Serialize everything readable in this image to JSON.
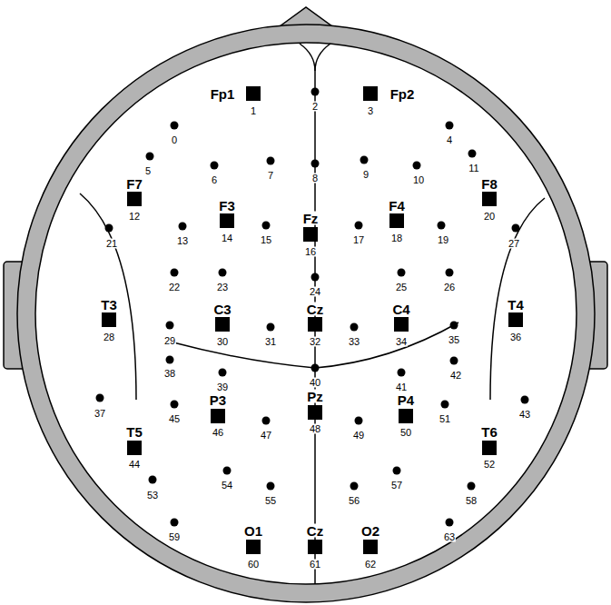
{
  "diagram": {
    "labels": [
      "Fp1",
      "1",
      "Fp2",
      "3",
      "F7",
      "12",
      "F3",
      "14",
      "Fz",
      "16",
      "F4",
      "18",
      "F8",
      "20",
      "T3",
      "28",
      "C3",
      "30",
      "Cz",
      "32",
      "C4",
      "34",
      "T4",
      "36",
      "P3",
      "46",
      "Pz",
      "48",
      "P4",
      "50",
      "T5",
      "44",
      "T6",
      "52",
      "O1",
      "60",
      "Cz",
      "61",
      "O2",
      "62",
      "2",
      "0",
      "4",
      "5",
      "11",
      "6",
      "7",
      "8",
      "9",
      "10",
      "21",
      "27",
      "13",
      "15",
      "17",
      "19",
      "22",
      "23",
      "24",
      "25",
      "26",
      "29",
      "31",
      "33",
      "35",
      "38",
      "40",
      "39",
      "41",
      "42",
      "37",
      "43",
      "45",
      "47",
      "49",
      "51",
      "53",
      "54",
      "55",
      "56",
      "57",
      "58",
      "59",
      "63"
    ]
  }
}
